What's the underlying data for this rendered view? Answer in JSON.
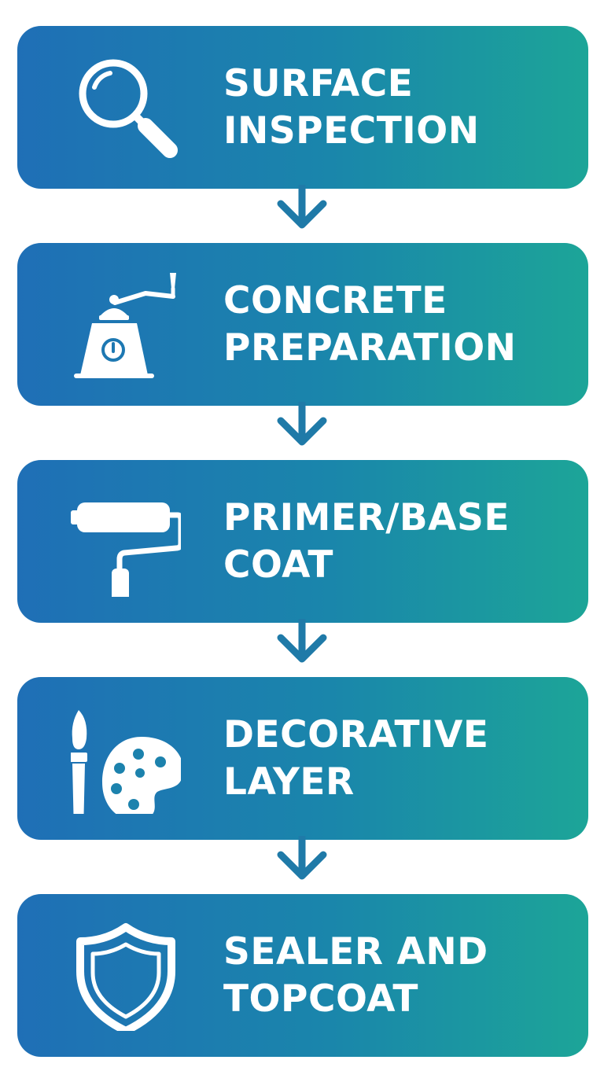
{
  "colors": {
    "gradient_start": "#1f6fb6",
    "gradient_end": "#1ca598",
    "arrow": "#1f7aa8",
    "text": "#ffffff"
  },
  "steps": [
    {
      "icon": "magnifier-icon",
      "line1": "SURFACE",
      "line2": "INSPECTION"
    },
    {
      "icon": "grinder-icon",
      "line1": "CONCRETE",
      "line2": "PREPARATION"
    },
    {
      "icon": "paint-roller-icon",
      "line1": "PRIMER/BASE",
      "line2": "COAT"
    },
    {
      "icon": "paintbrush-palette-icon",
      "line1": "DECORATIVE",
      "line2": "LAYER"
    },
    {
      "icon": "shield-icon",
      "line1": "SEALER AND",
      "line2": "TOPCOAT"
    }
  ]
}
